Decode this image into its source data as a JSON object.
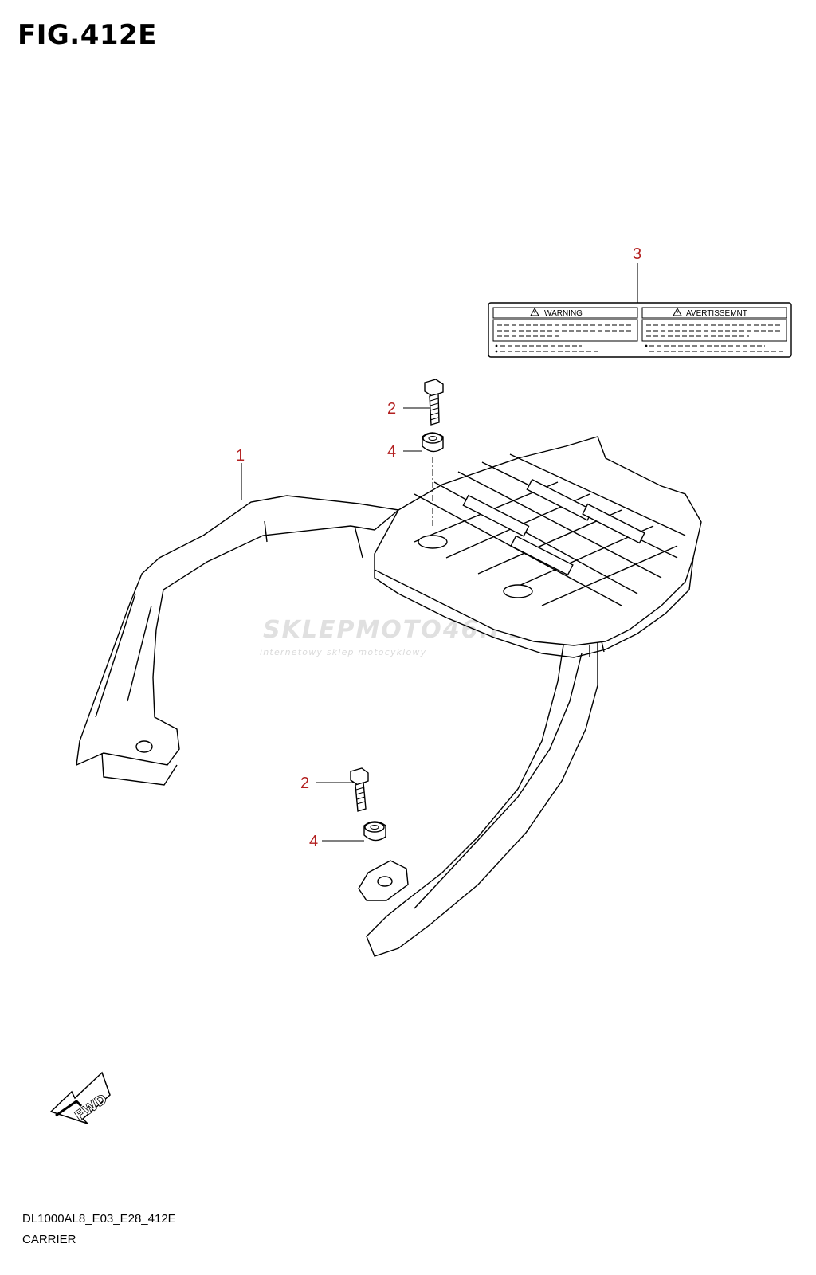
{
  "figure": {
    "title": "FIG.412E",
    "code": "DL1000AL8_E03_E28_412E",
    "name": "CARRIER"
  },
  "callouts": [
    {
      "id": "callout-1",
      "number": "1"
    },
    {
      "id": "callout-2-top",
      "number": "2"
    },
    {
      "id": "callout-2-bottom",
      "number": "2"
    },
    {
      "id": "callout-3",
      "number": "3"
    },
    {
      "id": "callout-4-top",
      "number": "4"
    },
    {
      "id": "callout-4-bottom",
      "number": "4"
    }
  ],
  "warning_label": {
    "left_heading": "WARNING",
    "right_heading": "AVERTISSEMNT"
  },
  "fwd_arrow": {
    "text": "FWD"
  },
  "watermark": {
    "brand": "SKLEPMOTO46.PL",
    "tagline": "internetowy sklep motocyklowy"
  },
  "colors": {
    "callout": "#b32020",
    "line": "#000000",
    "watermark": "#c8c8c8",
    "watermark_accent": "#f0a8a8"
  }
}
